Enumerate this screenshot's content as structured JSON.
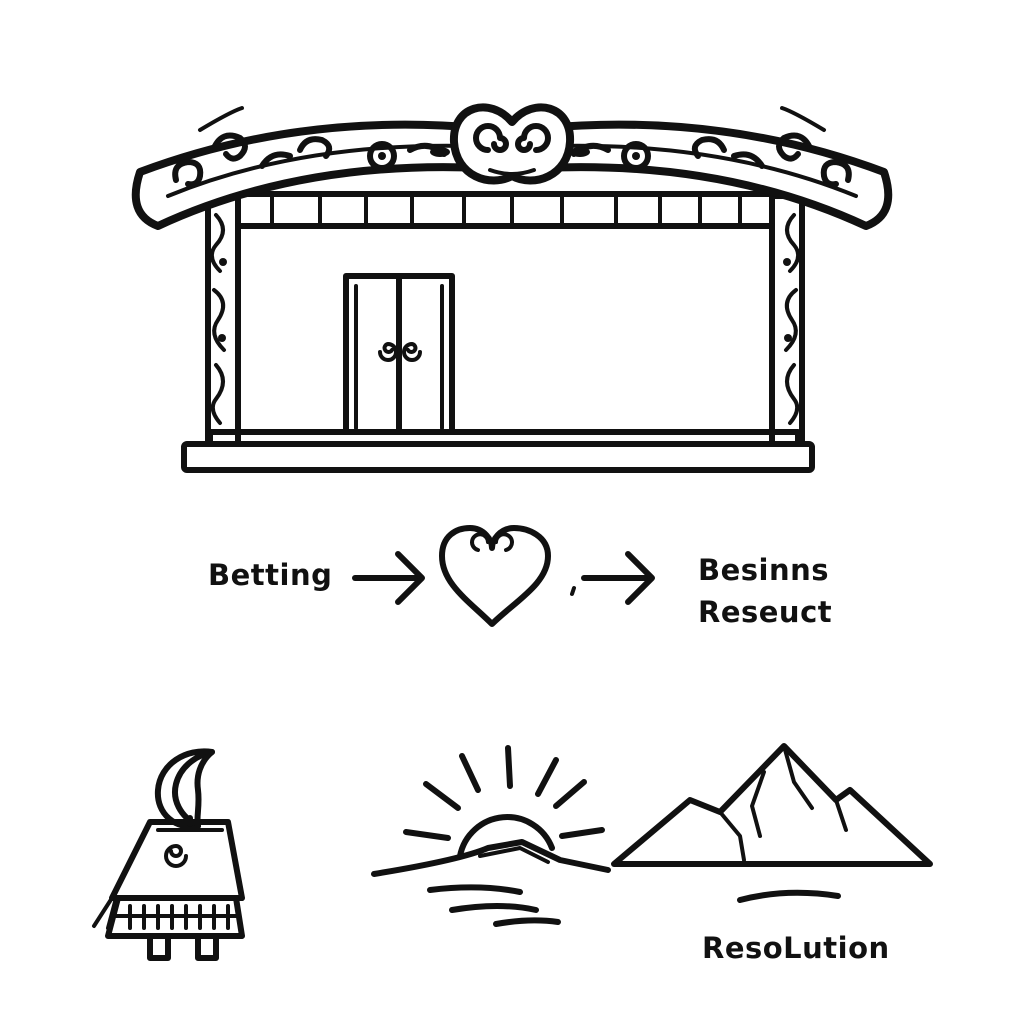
{
  "flow": {
    "start_label": "Betting",
    "end_label_line1": "Besinns",
    "end_label_line2": "Reseuct"
  },
  "bottom": {
    "resolution_label": "ResoLution"
  },
  "colors": {
    "ink": "#111111",
    "background": "#ffffff"
  },
  "icons": [
    "meeting-house-icon",
    "heart-koru-icon",
    "arrow-right-icon",
    "cloaked-figure-icon",
    "crescent-moon-icon",
    "sunrise-icon",
    "mountain-icon"
  ]
}
